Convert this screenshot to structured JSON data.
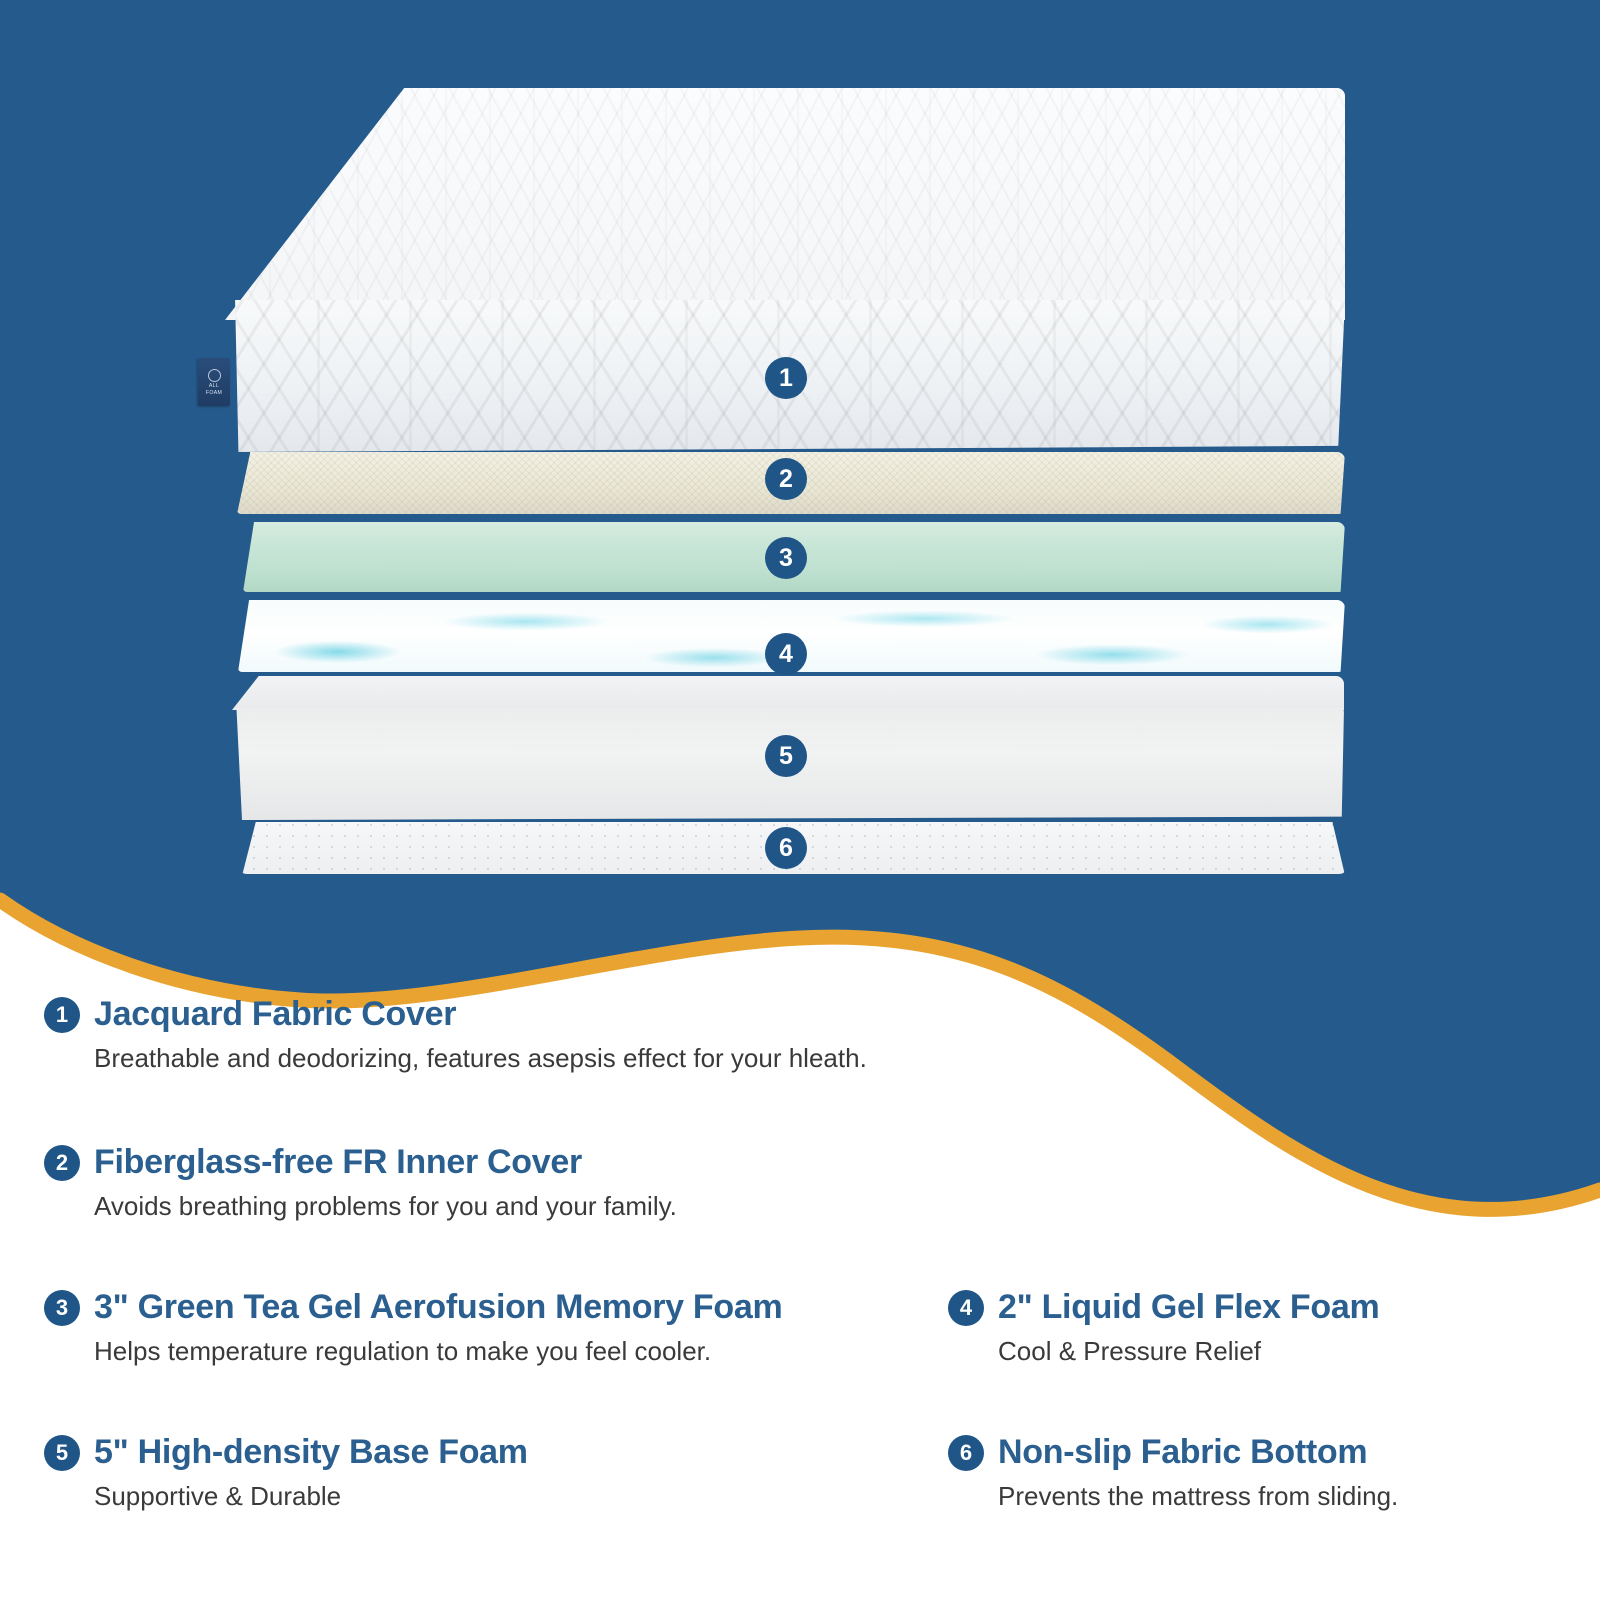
{
  "colors": {
    "brand_blue": "#255a8c",
    "accent_orange": "#e9a331",
    "heading_blue": "#2a5f8f",
    "body_text": "#3a3a3a",
    "badge_blue": "#1f5587"
  },
  "product_image": {
    "alt_name": "exploded-mattress-layer-stack",
    "side_tag": {
      "mark": "logo-ring-mark",
      "line1": "ALL",
      "line2": "FOAM"
    },
    "layer_markers": [
      {
        "number": "1"
      },
      {
        "number": "2"
      },
      {
        "number": "3"
      },
      {
        "number": "4"
      },
      {
        "number": "5"
      },
      {
        "number": "6"
      }
    ]
  },
  "features": [
    {
      "number": "1",
      "title": "Jacquard Fabric Cover",
      "desc": "Breathable and deodorizing, features asepsis effect for your hleath."
    },
    {
      "number": "2",
      "title": "Fiberglass-free FR Inner Cover",
      "desc": "Avoids breathing problems for you and your family."
    },
    {
      "number": "3",
      "title": "3\" Green Tea Gel Aerofusion Memory Foam",
      "desc": "Helps temperature regulation to make you feel cooler."
    },
    {
      "number": "4",
      "title": "2\" Liquid Gel Flex Foam",
      "desc": "Cool & Pressure Relief"
    },
    {
      "number": "5",
      "title": "5\" High-density Base Foam",
      "desc": "Supportive & Durable"
    },
    {
      "number": "6",
      "title": "Non-slip Fabric Bottom",
      "desc": "Prevents the mattress from sliding."
    }
  ]
}
